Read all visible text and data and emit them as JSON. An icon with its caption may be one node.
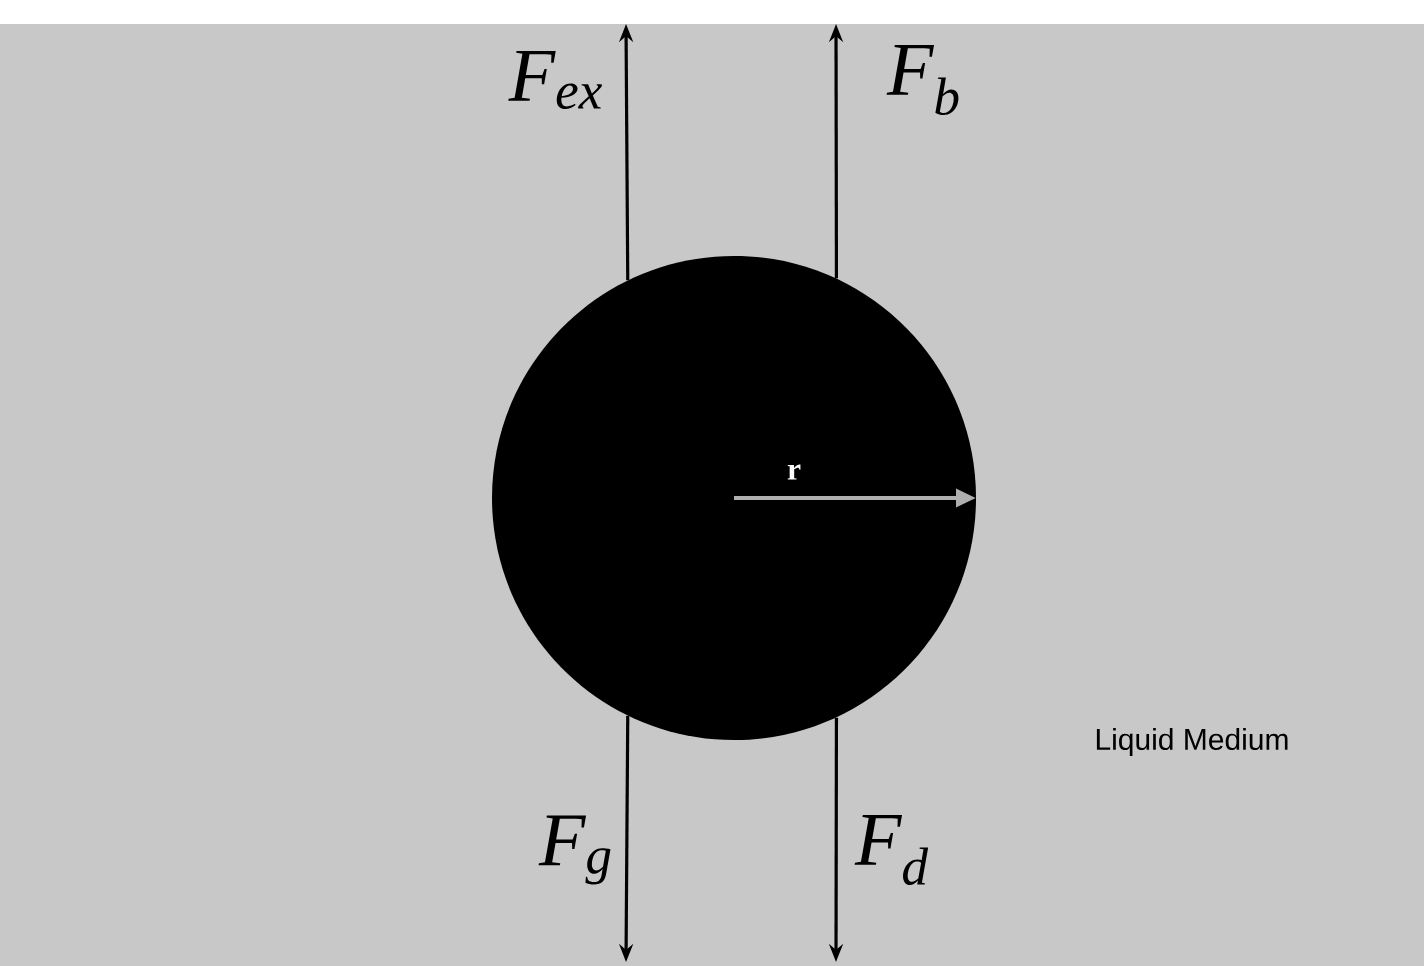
{
  "diagram": {
    "nodes": [
      {
        "text": [
          "Liquid Medium"
        ]
      },
      {
        "text": [
          "r"
        ],
        "in": 0
      }
    ],
    "edges": [
      {
        "from": 1,
        "to": null,
        "arrow": "to",
        "label": "F$_{ex}$"
      },
      {
        "from": 1,
        "to": null,
        "arrow": "to",
        "label": "F$_{b}$"
      },
      {
        "from": 1,
        "to": null,
        "arrow": "to",
        "label": "F$_{g}$"
      },
      {
        "from": 1,
        "to": null,
        "arrow": "to",
        "label": "F$_{d}$"
      }
    ]
  }
}
